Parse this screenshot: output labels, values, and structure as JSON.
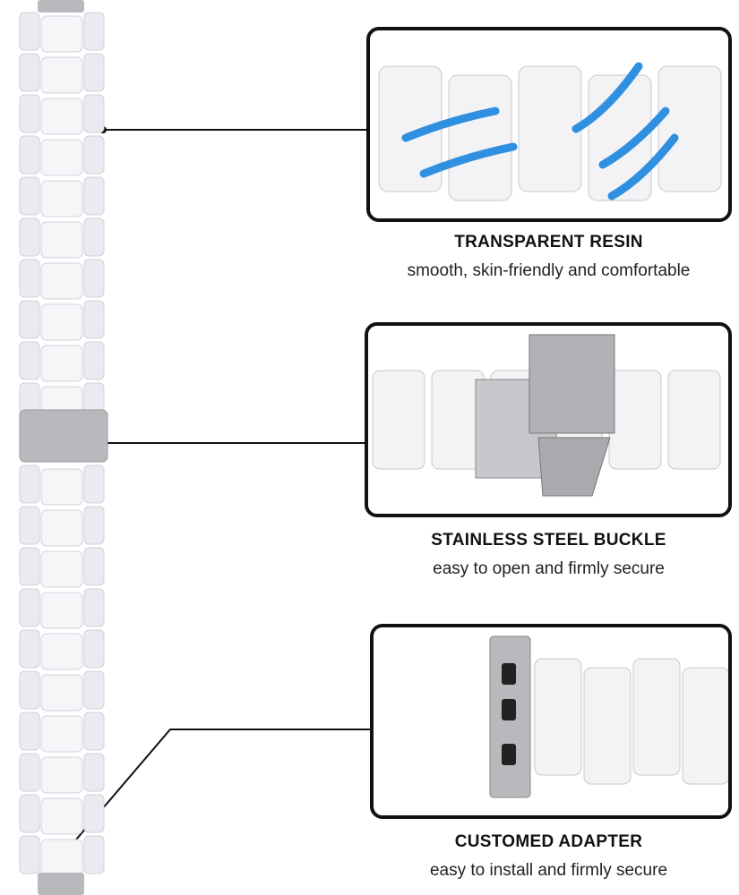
{
  "features": [
    {
      "title": "TRANSPARENT RESIN",
      "subtitle": "smooth, skin-friendly and comfortable"
    },
    {
      "title": "STAINLESS STEEL BUCKLE",
      "subtitle": "easy to open and firmly secure"
    },
    {
      "title": "CUSTOMED ADAPTER",
      "subtitle": "easy to install and firmly secure"
    }
  ],
  "colors": {
    "arrow": "#2f8fe0",
    "steel": "#b8b9bc",
    "resin": "#eceaf0",
    "line": "#111111"
  }
}
